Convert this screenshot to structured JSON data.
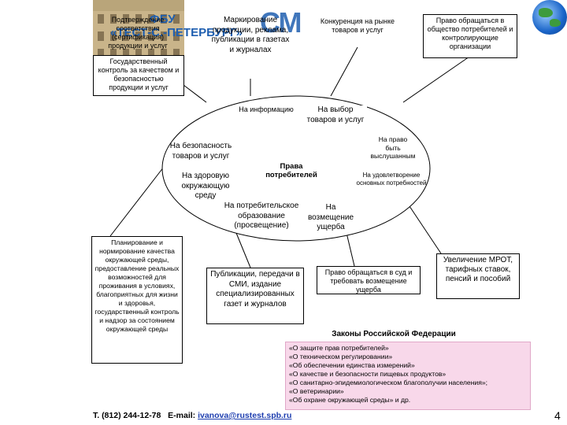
{
  "logo": {
    "org_short": "ФБУ",
    "org_name": "«ТЕСТ-С.-ПЕТЕРБУРГ»",
    "mark": "СМ"
  },
  "top_boxes": {
    "confirmation": "Подтверждение соответствия (сертификация) продукции и услуг",
    "state_control": "Государственный контроль за качеством и безопасностью продукции и услуг",
    "marking": "Маркирование продукции, реклама, публикации в газетах и журналах",
    "competition": "Конкуренция на рынке товаров и услуг",
    "right_to_apply": "Право обращаться в общество потребителей и контролирующие организации"
  },
  "ellipse": {
    "center": "Права потребителей",
    "rights": {
      "information": "На информацию",
      "choice": "На выбор товаров и услуг",
      "safety": "На безопасность товаров и услуг",
      "heard": "На право быть выслушанным",
      "basic_needs": "На удовлетворение основных потребностей",
      "environment": "На здоровую окружающую среду",
      "education": "На потребительское образование (просвещение)",
      "compensation": "На возмещение ущерба"
    }
  },
  "bottom_boxes": {
    "planning": "Планирование и нормирование качества окружающей среды, предоставление реальных возможностей для проживания в условиях, благоприятных для жизни и здоровья, государственный контроль и надзор за состоянием окружающей среды",
    "publications": "Публикации, передачи в СМИ, издание специализированных газет и журналов",
    "court": "Право обращаться в суд и требовать возмещение ущерба",
    "wages": "Увеличение МРОТ, тарифных ставок, пенсий и пособий"
  },
  "laws": {
    "title": "Законы Российской Федерации",
    "items": [
      "«О защите прав потребителей»",
      "«О техническом регулировании»",
      "«Об обеспечении единства измерений»",
      "«О качестве и безопасности пищевых продуктов»",
      "«О санитарно-эпидемиологическом благополучии населения»;",
      "«О ветеринарии»",
      "«Об охране окружающей среды» и др."
    ]
  },
  "footer": {
    "phone": "Т. (812) 244-12-78",
    "email_label": "E-mail:",
    "email": "ivanova@rustest.spb.ru"
  },
  "page_number": "4",
  "colors": {
    "logo_blue": "#1f5fb0",
    "laws_bg": "#f8d8ea"
  }
}
